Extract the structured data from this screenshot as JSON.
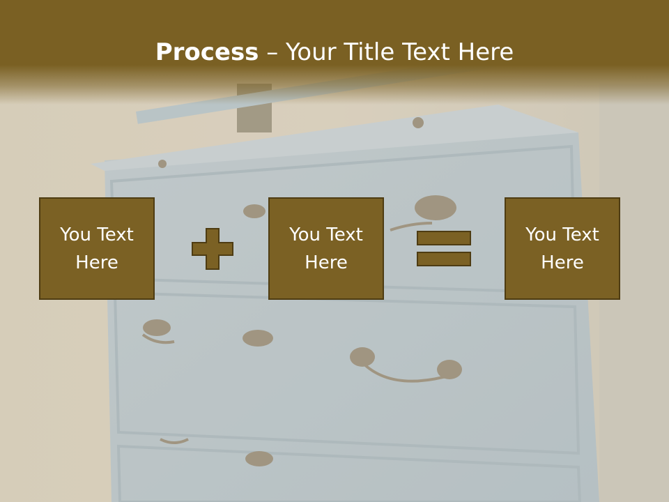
{
  "title": {
    "bold": "Process",
    "rest": " – Your Title Text Here"
  },
  "boxes": [
    {
      "text": "You Text\nHere"
    },
    {
      "text": "You Text\nHere"
    },
    {
      "text": "You Text\nHere"
    }
  ],
  "operators": [
    "plus-icon",
    "equals-icon"
  ],
  "colors": {
    "accent": "#7b6124",
    "accent_border": "#4e3c12",
    "text": "#ffffff",
    "dresser": "#b9c8d2"
  }
}
